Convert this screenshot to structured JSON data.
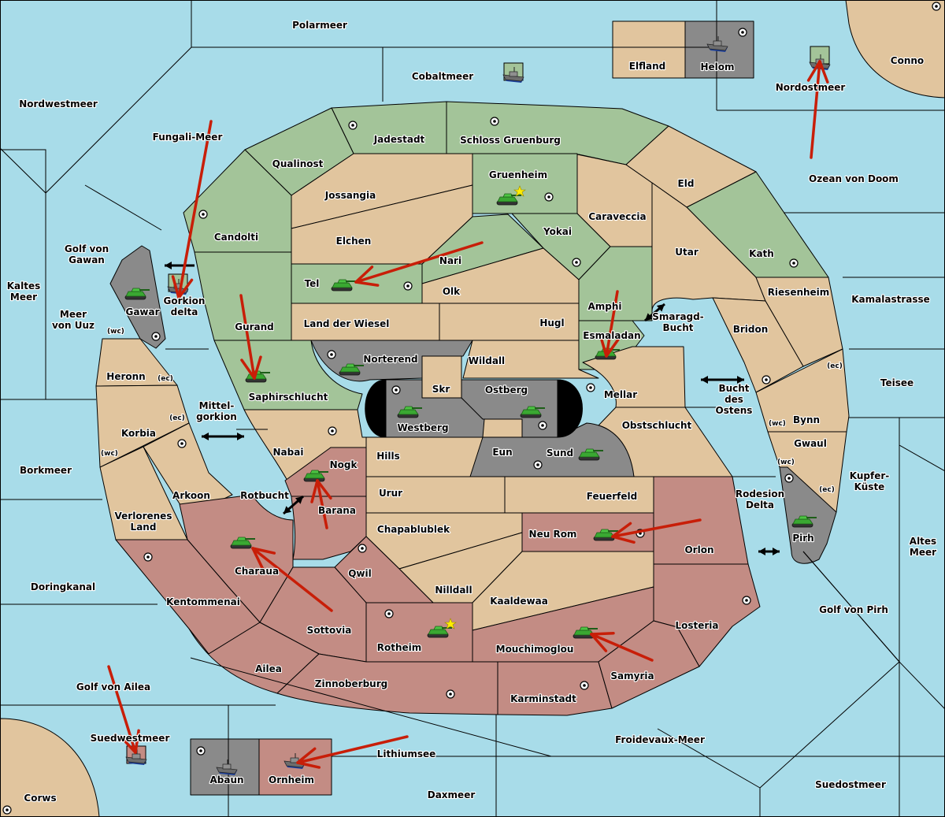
{
  "title": "Diplomacy map",
  "colors": {
    "sea": "#a8dce9",
    "neutral": "#e1c59e",
    "green_power": "#a3c499",
    "red_power": "#c38c84",
    "gray_power": "#8a8a8a",
    "impassable": "#000000",
    "order_arrow": "#c81e08",
    "tank": "#3aa832",
    "star": "#ffee00"
  },
  "territories": [
    {
      "name": "Polarmeer",
      "type": "sea"
    },
    {
      "name": "Cobaltmeer",
      "type": "sea"
    },
    {
      "name": "Nordwestmeer",
      "type": "sea"
    },
    {
      "name": "Fungali-Meer",
      "type": "sea"
    },
    {
      "name": "Golf von Gawan",
      "type": "sea"
    },
    {
      "name": "Kaltes Meer",
      "type": "sea"
    },
    {
      "name": "Meer von Uuz",
      "type": "sea"
    },
    {
      "name": "Borkmeer",
      "type": "sea"
    },
    {
      "name": "Doringkanal",
      "type": "sea"
    },
    {
      "name": "Golf von Ailea",
      "type": "sea"
    },
    {
      "name": "Suedwestmeer",
      "type": "sea"
    },
    {
      "name": "Lithiumsee",
      "type": "sea"
    },
    {
      "name": "Daxmeer",
      "type": "sea"
    },
    {
      "name": "Froidevaux-Meer",
      "type": "sea"
    },
    {
      "name": "Suedostmeer",
      "type": "sea"
    },
    {
      "name": "Golf von Pirh",
      "type": "sea"
    },
    {
      "name": "Altes Meer",
      "type": "sea"
    },
    {
      "name": "Kupfer-Küste",
      "type": "sea"
    },
    {
      "name": "Teisee",
      "type": "sea"
    },
    {
      "name": "Kamalastrasse",
      "type": "sea"
    },
    {
      "name": "Ozean von Doom",
      "type": "sea"
    },
    {
      "name": "Nordostmeer",
      "type": "sea"
    },
    {
      "name": "Gorkion delta",
      "type": "sea"
    },
    {
      "name": "Mittel-gorkion",
      "type": "sea"
    },
    {
      "name": "Rotbucht",
      "type": "sea"
    },
    {
      "name": "Smaragd-Bucht",
      "type": "sea"
    },
    {
      "name": "Bucht des Ostens",
      "type": "sea"
    },
    {
      "name": "Rodesion Delta",
      "type": "sea"
    },
    {
      "name": "Elfland",
      "type": "neutral"
    },
    {
      "name": "Helom",
      "type": "gray",
      "sc": true
    },
    {
      "name": "Conno",
      "type": "neutral",
      "sc": true
    },
    {
      "name": "Corws",
      "type": "neutral",
      "sc": true
    },
    {
      "name": "Abaun",
      "type": "gray",
      "sc": true
    },
    {
      "name": "Ornheim",
      "type": "red"
    },
    {
      "name": "Jadestadt",
      "type": "green",
      "sc": true
    },
    {
      "name": "Schloss Gruenburg",
      "type": "green",
      "sc": true
    },
    {
      "name": "Qualinost",
      "type": "green"
    },
    {
      "name": "Candolti",
      "type": "green",
      "sc": true
    },
    {
      "name": "Gurand",
      "type": "green"
    },
    {
      "name": "Saphirschlucht",
      "type": "green"
    },
    {
      "name": "Tel",
      "type": "green",
      "sc": true
    },
    {
      "name": "Nari",
      "type": "green"
    },
    {
      "name": "Gruenheim",
      "type": "green",
      "sc": true
    },
    {
      "name": "Yokai",
      "type": "green",
      "sc": true
    },
    {
      "name": "Amphi",
      "type": "green"
    },
    {
      "name": "Esmaladan",
      "type": "green"
    },
    {
      "name": "Kath",
      "type": "green",
      "sc": true
    },
    {
      "name": "Jossangia",
      "type": "neutral"
    },
    {
      "name": "Elchen",
      "type": "neutral"
    },
    {
      "name": "Olk",
      "type": "neutral"
    },
    {
      "name": "Land der Wiesel",
      "type": "neutral"
    },
    {
      "name": "Hugl",
      "type": "neutral"
    },
    {
      "name": "Caraveccia",
      "type": "neutral"
    },
    {
      "name": "Eld",
      "type": "neutral"
    },
    {
      "name": "Utar",
      "type": "neutral"
    },
    {
      "name": "Riesenheim",
      "type": "neutral"
    },
    {
      "name": "Bridon",
      "type": "neutral",
      "sc": true
    },
    {
      "name": "Bynn",
      "type": "neutral"
    },
    {
      "name": "Gwaul",
      "type": "neutral"
    },
    {
      "name": "Mellar",
      "type": "neutral",
      "sc": true
    },
    {
      "name": "Obstschlucht",
      "type": "neutral"
    },
    {
      "name": "Wildall",
      "type": "neutral"
    },
    {
      "name": "Skr",
      "type": "neutral"
    },
    {
      "name": "Eun",
      "type": "neutral"
    },
    {
      "name": "Hills",
      "type": "neutral"
    },
    {
      "name": "Urur",
      "type": "neutral"
    },
    {
      "name": "Feuerfeld",
      "type": "neutral"
    },
    {
      "name": "Chapablublek",
      "type": "neutral"
    },
    {
      "name": "Nilldall",
      "type": "neutral"
    },
    {
      "name": "Kaaldewaa",
      "type": "neutral"
    },
    {
      "name": "Nabai",
      "type": "neutral",
      "sc": true
    },
    {
      "name": "Heronn",
      "type": "neutral"
    },
    {
      "name": "Korbia",
      "type": "neutral",
      "sc": true
    },
    {
      "name": "Arkoon",
      "type": "neutral"
    },
    {
      "name": "Verlorenes Land",
      "type": "neutral"
    },
    {
      "name": "Gawar",
      "type": "gray",
      "sc": true
    },
    {
      "name": "Norterend",
      "type": "gray",
      "sc": true
    },
    {
      "name": "Westberg",
      "type": "gray",
      "sc": true
    },
    {
      "name": "Ostberg",
      "type": "gray",
      "sc": true
    },
    {
      "name": "Sund",
      "type": "gray",
      "sc": true
    },
    {
      "name": "Pirh",
      "type": "gray",
      "sc": true
    },
    {
      "name": "Nogk",
      "type": "red"
    },
    {
      "name": "Barana",
      "type": "red"
    },
    {
      "name": "Qwil",
      "type": "red",
      "sc": true
    },
    {
      "name": "Charaua",
      "type": "red"
    },
    {
      "name": "Kentommenai",
      "type": "red",
      "sc": true
    },
    {
      "name": "Sottovia",
      "type": "red"
    },
    {
      "name": "Rotheim",
      "type": "red",
      "sc": true
    },
    {
      "name": "Ailea",
      "type": "red"
    },
    {
      "name": "Zinnoberburg",
      "type": "red",
      "sc": true
    },
    {
      "name": "Neu Rom",
      "type": "red",
      "sc": true
    },
    {
      "name": "Orlon",
      "type": "red"
    },
    {
      "name": "Losteria",
      "type": "red",
      "sc": true
    },
    {
      "name": "Mouchimoglou",
      "type": "red"
    },
    {
      "name": "Karminstadt",
      "type": "red",
      "sc": true
    },
    {
      "name": "Samyria",
      "type": "red"
    }
  ],
  "coast_labels": [
    "(wc)",
    "(ec)",
    "(ec)",
    "(wc)",
    "(wc)",
    "(ec)",
    "(wc)",
    "(ec)"
  ],
  "units": [
    {
      "type": "fleet",
      "location": "Cobaltmeer",
      "owner": "green"
    },
    {
      "type": "fleet",
      "location": "Helom",
      "owner": "gray"
    },
    {
      "type": "fleet",
      "location": "Nordostmeer",
      "owner": "green"
    },
    {
      "type": "fleet",
      "location": "Gorkion delta",
      "owner": "green"
    },
    {
      "type": "fleet",
      "location": "Suedwestmeer",
      "owner": "red"
    },
    {
      "type": "fleet",
      "location": "Abaun",
      "owner": "gray"
    },
    {
      "type": "fleet",
      "location": "Ornheim",
      "owner": "red"
    },
    {
      "type": "army",
      "location": "Gruenheim",
      "owner": "green",
      "star": true
    },
    {
      "type": "army",
      "location": "Tel",
      "owner": "green"
    },
    {
      "type": "army",
      "location": "Gawar",
      "owner": "green"
    },
    {
      "type": "army",
      "location": "Saphirschlucht",
      "owner": "green"
    },
    {
      "type": "army",
      "location": "Norterend",
      "owner": "green"
    },
    {
      "type": "army",
      "location": "Westberg",
      "owner": "green"
    },
    {
      "type": "army",
      "location": "Ostberg",
      "owner": "green"
    },
    {
      "type": "army",
      "location": "Sund",
      "owner": "green"
    },
    {
      "type": "army",
      "location": "Esmaladan",
      "owner": "green"
    },
    {
      "type": "army",
      "location": "Pirh",
      "owner": "green"
    },
    {
      "type": "army",
      "location": "Nogk",
      "owner": "green"
    },
    {
      "type": "army",
      "location": "Charaua",
      "owner": "green"
    },
    {
      "type": "army",
      "location": "Neu Rom",
      "owner": "green"
    },
    {
      "type": "army",
      "location": "Rotheim",
      "owner": "green",
      "star": true
    },
    {
      "type": "army",
      "location": "Mouchimoglou",
      "owner": "green"
    }
  ],
  "orders": [
    {
      "from": "Fungali-Meer",
      "to": "Gorkion delta"
    },
    {
      "from": "Nari",
      "to": "Tel"
    },
    {
      "from": "Gurand",
      "to": "Saphirschlucht"
    },
    {
      "from": "Amphi",
      "to": "Esmaladan"
    },
    {
      "from": "Ozean von Doom",
      "to": "Nordostmeer"
    },
    {
      "from": "Barana",
      "to": "Nogk"
    },
    {
      "from": "Sottovia",
      "to": "Charaua"
    },
    {
      "from": "Orlon",
      "to": "Neu Rom"
    },
    {
      "from": "Samyria",
      "to": "Mouchimoglou"
    },
    {
      "from": "Golf von Ailea",
      "to": "Suedwestmeer"
    },
    {
      "from": "Lithiumsee",
      "to": "Ornheim"
    }
  ]
}
